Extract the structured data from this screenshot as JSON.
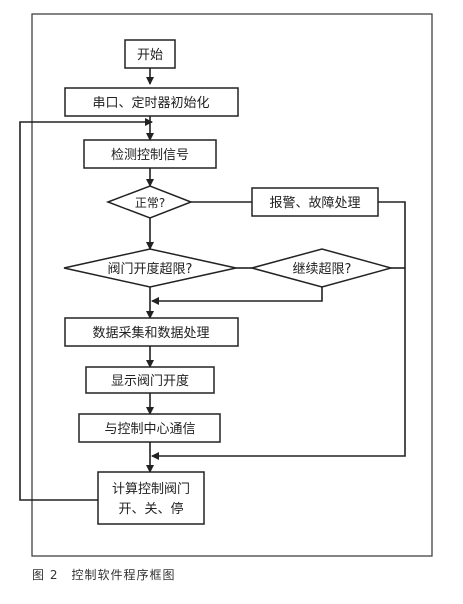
{
  "flowchart": {
    "nodes": {
      "start": "开始",
      "init": "串口、定时器初始化",
      "detect": "检测控制信号",
      "normal": "正常?",
      "alarm": "报警、故障处理",
      "overlimit": "阀门开度超限?",
      "continue_over": "继续超限?",
      "collect": "数据采集和数据处理",
      "display": "显示阀门开度",
      "comm": "与控制中心通信",
      "calc_line1": "计算控制阀门",
      "calc_line2": "开、关、停"
    }
  },
  "caption": "图 2　控制软件程序框图"
}
